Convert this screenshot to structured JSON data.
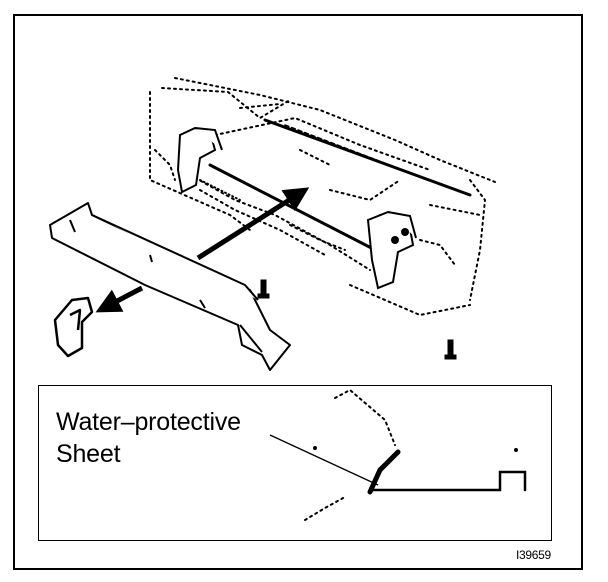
{
  "callout": {
    "line1": "Water–protective",
    "line2": "Sheet"
  },
  "figure_number": "I39659"
}
